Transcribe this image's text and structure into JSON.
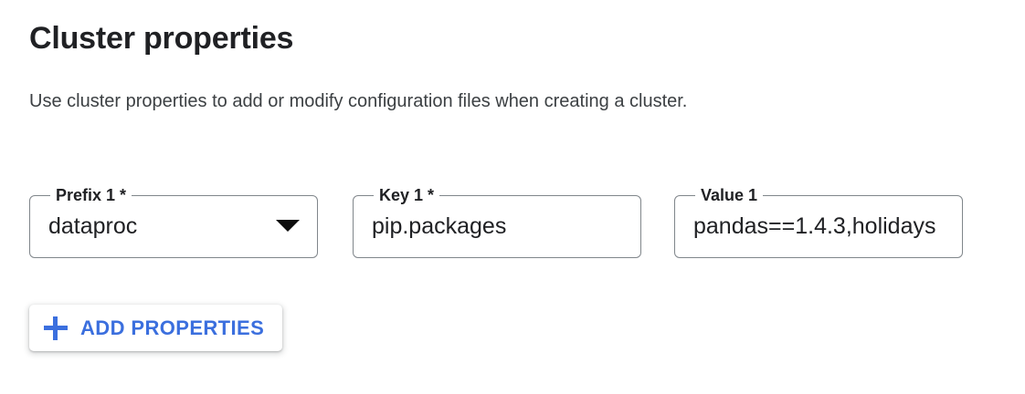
{
  "page": {
    "title": "Cluster properties",
    "description": "Use cluster properties to add or modify configuration files when creating a cluster."
  },
  "colors": {
    "accent_blue": "#3b6fde",
    "text_primary": "#202124",
    "text_secondary": "#3c4043",
    "field_border": "#80868b",
    "surface": "#ffffff"
  },
  "properties_row": {
    "prefix_field": {
      "label": "Prefix 1 *",
      "value": "dataproc",
      "type": "select",
      "arrow_icon": "chevron-down-icon",
      "required": true
    },
    "key_field": {
      "label": "Key 1 *",
      "value": "pip.packages",
      "placeholder": "",
      "type": "text",
      "required": true
    },
    "value_field": {
      "label": "Value 1",
      "value": "pandas==1.4.3,holidays",
      "placeholder": "",
      "type": "text",
      "required": false
    }
  },
  "add_button": {
    "label": "ADD PROPERTIES",
    "icon": "plus-icon"
  }
}
